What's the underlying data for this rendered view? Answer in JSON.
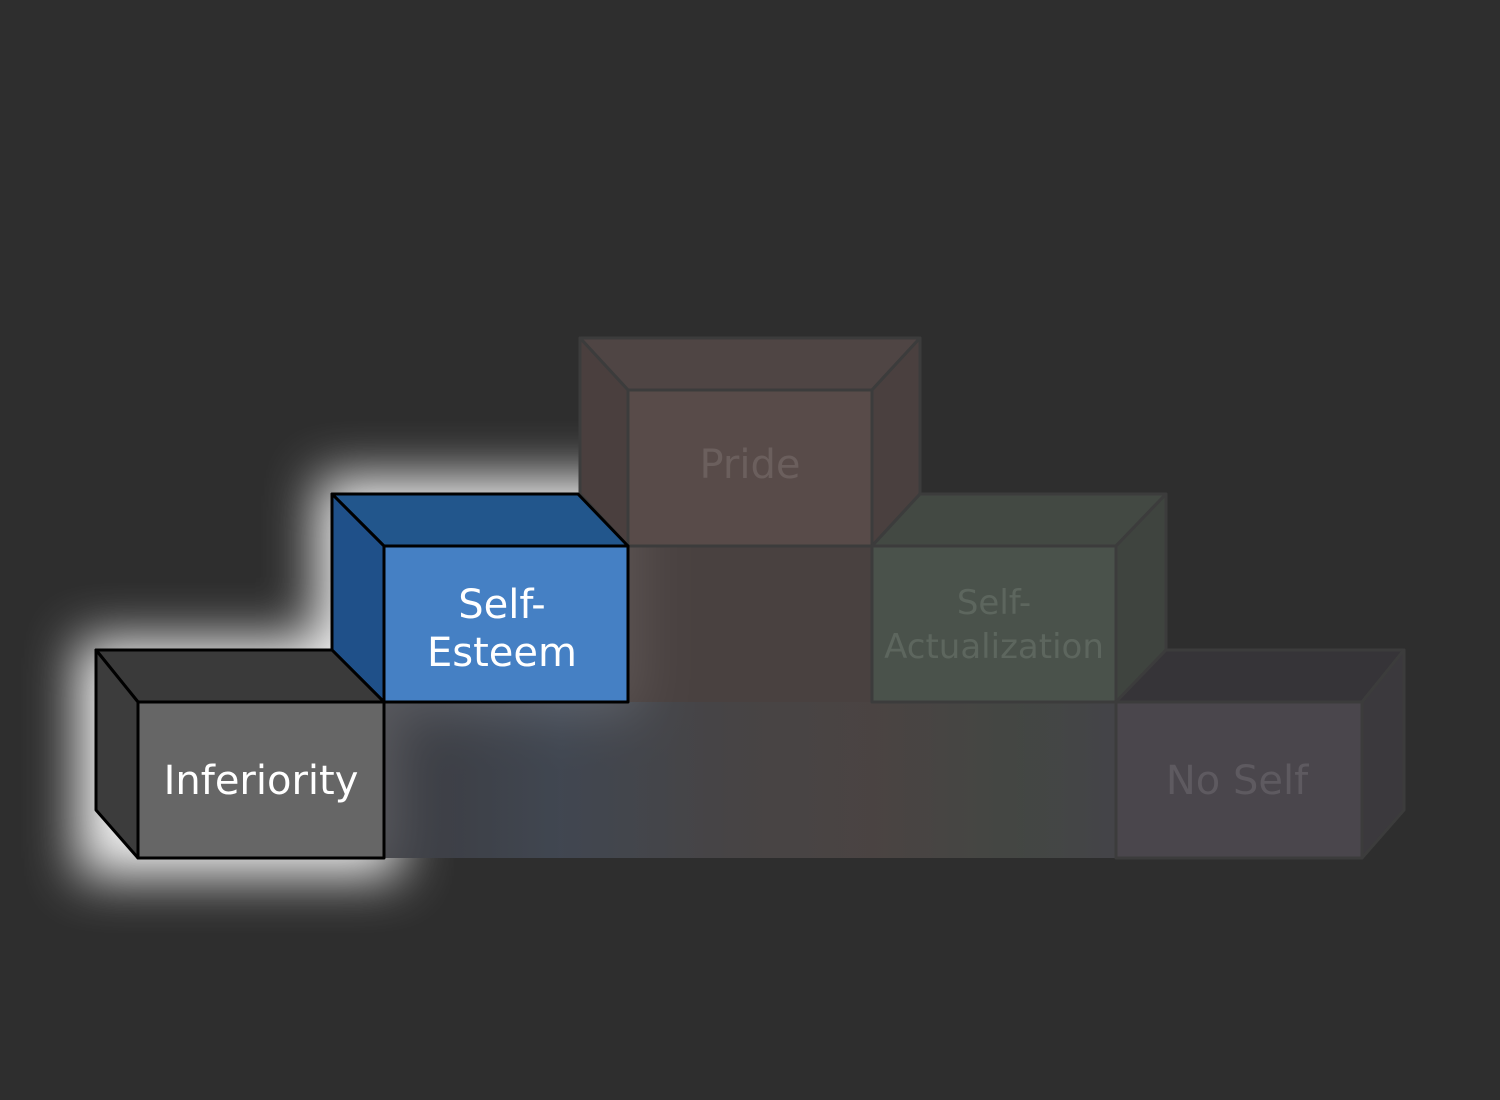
{
  "diagram": {
    "blocks": [
      {
        "id": "inferiority",
        "label_lines": [
          "Inferiority"
        ],
        "color": "#666666",
        "highlighted": true
      },
      {
        "id": "self-esteem",
        "label_lines": [
          "Self-",
          "Esteem"
        ],
        "color": "#4580c4",
        "highlighted": true
      },
      {
        "id": "pride",
        "label_lines": [
          "Pride"
        ],
        "color": "#584b49",
        "highlighted": false
      },
      {
        "id": "self-actualization",
        "label_lines": [
          "Self-",
          "Actualization"
        ],
        "color": "#4a524b",
        "highlighted": false
      },
      {
        "id": "no-self",
        "label_lines": [
          "No Self"
        ],
        "color": "#4a464c",
        "highlighted": false
      }
    ],
    "colors": {
      "background": "#2e2e2e",
      "glow": "#ffffff",
      "label": "#ffffff"
    }
  }
}
